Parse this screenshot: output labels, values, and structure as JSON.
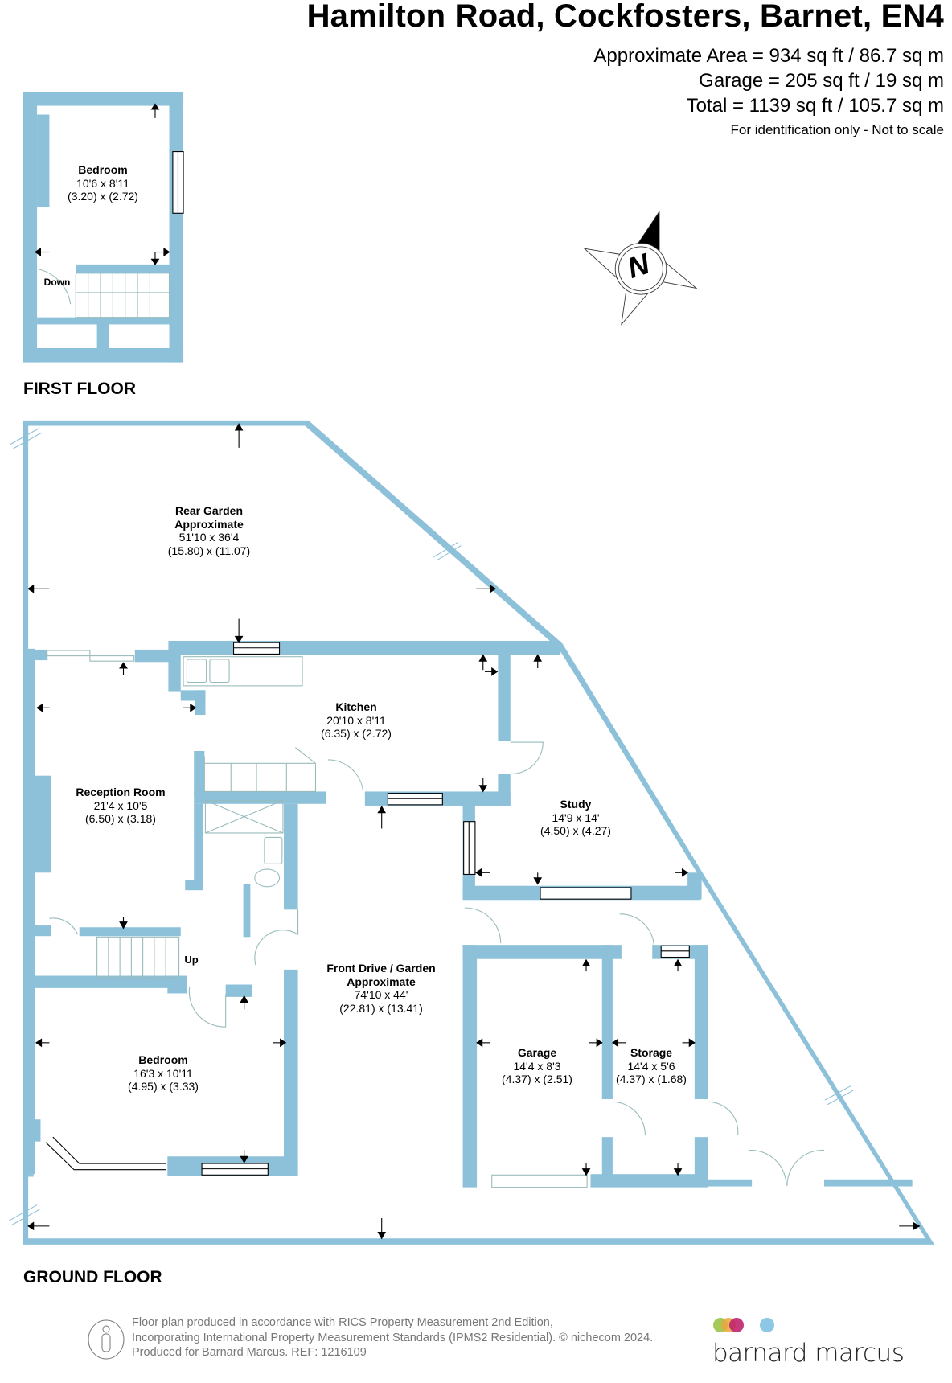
{
  "header": {
    "title": "Hamilton Road, Cockfosters, Barnet, EN4",
    "approx_area": "Approximate Area = 934 sq ft / 86.7 sq m",
    "garage_area": "Garage = 205 sq ft / 19 sq m",
    "total_area": "Total = 1139 sq ft / 105.7 sq m",
    "disclaimer": "For identification only - Not to scale"
  },
  "compass": {
    "icon": "north-compass-icon",
    "letter": "N"
  },
  "first_floor": {
    "label": "FIRST FLOOR",
    "rooms": [
      {
        "name": "Bedroom",
        "imperial": "10'6 x 8'11",
        "metric": "(3.20) x (2.72)"
      }
    ],
    "stairs_label": "Down"
  },
  "ground_floor": {
    "label": "GROUND FLOOR",
    "stairs_label": "Up",
    "rooms": [
      {
        "name": "Rear Garden",
        "name2": "Approximate",
        "imperial": "51'10 x 36'4",
        "metric": "(15.80) x (11.07)"
      },
      {
        "name": "Kitchen",
        "imperial": "20'10 x 8'11",
        "metric": "(6.35) x (2.72)"
      },
      {
        "name": "Reception Room",
        "imperial": "21'4 x 10'5",
        "metric": "(6.50) x (3.18)"
      },
      {
        "name": "Study",
        "imperial": "14'9 x 14'",
        "metric": "(4.50) x (4.27)"
      },
      {
        "name": "Front Drive / Garden",
        "name2": "Approximate",
        "imperial": "74'10 x 44'",
        "metric": "(22.81) x (13.41)"
      },
      {
        "name": "Bedroom",
        "imperial": "16'3 x 10'11",
        "metric": "(4.95) x (3.33)"
      },
      {
        "name": "Garage",
        "imperial": "14'4 x 8'3",
        "metric": "(4.37) x (2.51)"
      },
      {
        "name": "Storage",
        "imperial": "14'4 x 5'6",
        "metric": "(4.37) x (1.68)"
      }
    ]
  },
  "footer": {
    "line1": "Floor plan produced in accordance with RICS Property Measurement 2nd Edition,",
    "line2": "Incorporating International Property Measurement Standards (IPMS2 Residential).   © nichecom 2024.",
    "line3": "Produced for Barnard Marcus.   REF:  1216109",
    "rics_icon": "person-measurement-icon"
  },
  "brand": {
    "name": "barnard marcus",
    "dot_colors": [
      "#9cc34a",
      "#e9a83a",
      "#c0246b",
      "#8cc8e6"
    ]
  },
  "colors": {
    "wall": "#8dc1da",
    "text": "#000000",
    "footer_text": "#777777"
  }
}
